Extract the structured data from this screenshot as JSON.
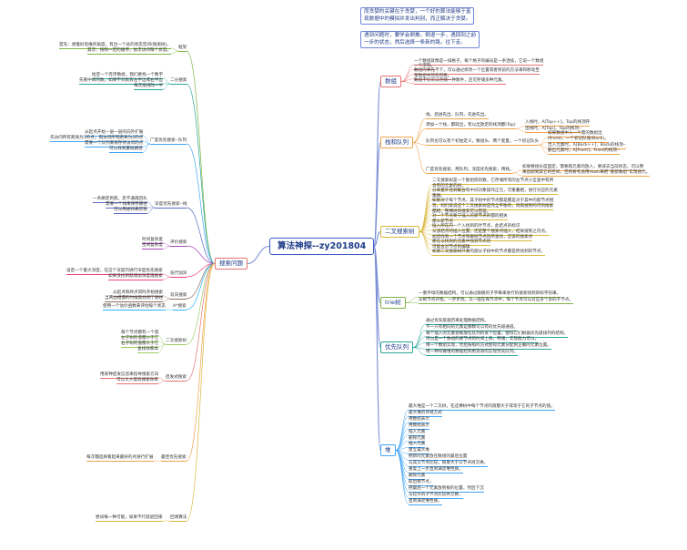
{
  "root": "算法神探--zy201804",
  "callouts": [
    "而贪婪的关键在于贪婪，一个好的算法能够于富",
    "现数据中的模拟并发出判别，而正解决于贪婪。",
    "遇到问题时，要学会倒推。倒退一步，遇回到之前",
    "一步的状态，然后选择一条新的路，往下走。"
  ],
  "branches": [
    {
      "title": "数组",
      "items": [
        "一个数组就像是一排格子，每个格子的编号是一条连续，它说一个数组",
        "一个序列。",
        "数组的事先不下，可以通过修改一个位置或者到前的方法来和移动至",
        "某数组中的任何格。",
        "数组不仅可以存储一种数件，还可存储多种元素。"
      ]
    },
    {
      "title": "栈和队列",
      "groups": [
        {
          "label": "栈，后进先出、队列、先进先出。",
          "subs": []
        },
        {
          "label": "添加一个栈，都就出，有以出放定的栈顶都(Top)",
          "subs": [
            "入栈时，A[Top++]，Top的栈顶存",
            "出栈时，A[Top]，Top的栈顶--"
          ]
        },
        {
          "label": "队列也可以有个初始定义，数组头、两个变量，一个初记队头",
          "subs": [
            "如果数组中入一个需的数组出",
            "(Front)，一个初记队尾(Back)。",
            "出入元素时，A[Back++]，Back的栈顶--",
            "删出元素时，A[Front]，Front的栈顶--"
          ]
        },
        {
          "label": "广度优先搜索，用队列，深度优先搜索，用栈。",
          "subs": [
            "如果数组长度固定，需要再元素的放入，要减去当前状态，可以用",
            "来追踪到其它的空间，否则要考虑用Hash来把“重新数组”实现替代。"
          ]
        }
      ]
    },
    {
      "title": "二叉搜索树",
      "items": [
        "二叉搜索树是一个能组织的数，它存储所有的左节点小全查中有所",
        "含有的元素的树。",
        "分离量外括到集合和中间对象操作正元，可重叠相，进行对应的元素",
        "集群。",
        "如果对于每个节点，其子树中的节点都是都是对于其中的部节点相",
        "等，则们就说这个二叉搜索树是完全平衡的，则再搜到的可的搜索",
        "都相，整棵树的搜索可以借鉴。",
        "对一个节点要于插入的新节点的都的相关",
        "那么新节点",
        "插入所在内一个入找到的叶节点，此结点的标识",
        "从该结点的插入位置，还是整个搜索点插入，结果搜到之内点。",
        "如何找到一个节点和删除节点的所查找，应该的搜索点",
        "那在以找到的元素中找到节点的",
        "可能会对节点的编辑",
        "如果二叉搜索树只要的部分子树中的节点都是所找到的节点。"
      ]
    },
    {
      "title": "trie树",
      "items": [
        "一重字母的数据结构，可以通过跟随的子字串来进行的搜索找到目标字符串。",
        "从根节点开始，一步步找，以一般在每节点中，每个节点可以对应多个多的子节点。"
      ]
    },
    {
      "title": "优先队列",
      "items": [
        "通过优先级遍历来处理数据结构。",
        "不一只有相同的元素是都数可以有的优先级通道。",
        "每个插入的元素会被放在队列的某个位置，使得它们根据优先级排列的结构，",
        "可以是一个数组的某节点的时间上去，存储，实现能力可以。",
        "用一个数组实现，然后按照的方式使得元素分配到正确的元素位置。",
        "用一种叫做堆的数据结构更高效的实现优先队列。"
      ]
    },
    {
      "title": "堆",
      "items": [
        "最大堆是一个二叉树，在这棵树中每个节点的值都大于或等于它的子节点的值。",
        "最大堆的存储方式",
        "用数组表示",
        "用数组表示",
        "插入元素",
        "删除元素",
        "插入元素",
        "建立最大堆",
        "把新的元素放在数组的最后位置",
        "与其父节点比较，如果大于父节点则交换，",
        "重复上一步直到满足堆性质。",
        "删除元素",
        "取出根节点，",
        "把最后一个元素放到根的位置，然后下沉",
        "与较大的子节点比较并交换，",
        "直到满足堆性质。"
      ]
    }
  ],
  "left": {
    "title": "搜索问题",
    "groups": [
      {
        "title": "框架",
        "items": [
          "首先：想着好思维的角度，有出一个总的状态空间(搜索树)。",
          "其次：按照一定的顺序，依次访问每个状态。"
        ]
      },
      {
        "title": "二分搜索",
        "items": [
          "给定一个有序数组，我们要找一个数字",
          "先看中间的数，如果不对就去左半边或右半边",
          "每次能排除一半"
        ]
      },
      {
        "title": "广度优先搜索--队列",
        "items": [
          "从起点开始一层一层的向外扩展",
          "先访问所有距离为1的点，再访问所有距离为2的点",
          "需要一个队列来保存待访问的点",
          "可以找到最短路径"
        ]
      },
      {
        "title": "深度优先搜索--栈",
        "items": [
          "一条路走到底，走不通再回头",
          "需要一个栈来保存路径",
          "可以用递归来实现"
        ]
      },
      {
        "title": "评价搜索",
        "items": [
          "时间复杂度",
          "空间复杂度"
        ]
      },
      {
        "title": "迭代加深",
        "items": [
          "设定一个最大深度，在这个深度内进行深度优先搜索",
          "如果没找到就增加深度再搜索"
        ]
      },
      {
        "title": "双向搜索",
        "items": [
          "从起点和终点同时开始搜索",
          "当两边相遇的时候就找到了路径"
        ]
      },
      {
        "title": "A*搜索",
        "items": [
          "使用一个估价函数来评估每个状态"
        ]
      },
      {
        "title": "二叉搜索树",
        "items": [
          "每个节点都有一个值",
          "左子树的值都小于它",
          "右子树的值都大于它",
          "查找效率高"
        ]
      },
      {
        "title": "启发式搜索",
        "items": [
          "用某种启发信息来指导搜索方向",
          "可以大大提高搜索效率"
        ]
      },
      {
        "title": "最佳优先搜索",
        "items": [
          "每次都选择看起来最好的点进行扩展"
        ]
      },
      {
        "title": "回溯算法",
        "items": [
          "尝试每一种可能，如果不行就退回来"
        ]
      }
    ]
  }
}
